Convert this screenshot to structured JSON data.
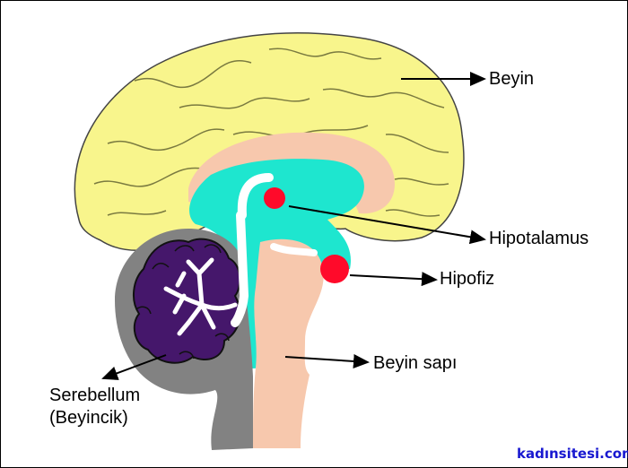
{
  "labels": {
    "beyin": "Beyin",
    "hipotalamus": "Hipotalamus",
    "hipofiz": "Hipofiz",
    "beyin_sapi": "Beyin sapı",
    "serebellum_1": "Serebellum",
    "serebellum_2": "(Beyincik)"
  },
  "watermark": "kadınsitesi.com",
  "colors": {
    "cerebrum": "#f8f58c",
    "gyri_line": "#7a7a40",
    "corpus": "#f7c8ad",
    "ventricle": "#1ee6cf",
    "white_matter": "#ffffff",
    "red": "#ff0a2a",
    "cerebellum_outer": "#828282",
    "cerebellum_inner": "#45176b",
    "watermark": "#1818d0"
  }
}
